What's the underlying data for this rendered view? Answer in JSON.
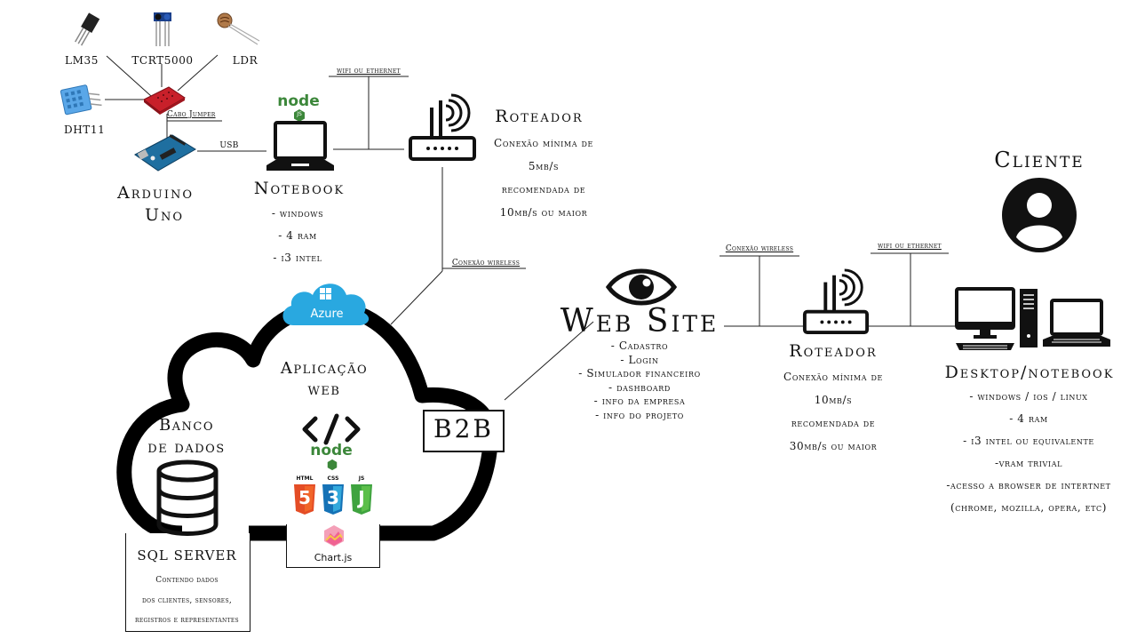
{
  "sensors": {
    "lm35": "LM35",
    "tcrt": "TCRT5000",
    "ldr": "LDR",
    "dht": "DHT11"
  },
  "links": {
    "jumper": "Cabo Jumper",
    "usb": "USB",
    "wifi_ethernet_1": "wifi ou ethernet",
    "wireless_1": "Conexão wireless",
    "wireless_2": "Conexão wireless",
    "wifi_ethernet_2": "wifi ou ethernet"
  },
  "arduino": {
    "line1": "Arduino",
    "line2": "Uno"
  },
  "notebook": {
    "title": "Notebook",
    "specs": [
      "- windows",
      "- 4 ram",
      "- i3 intel"
    ]
  },
  "router1": {
    "title": "Roteador",
    "lines": [
      "Conexão mínima de",
      "5mb/s",
      "recomendada de",
      "10mb/s ou maior"
    ]
  },
  "azure": {
    "label": "Azure"
  },
  "app": {
    "line1": "Aplicação",
    "line2": "web",
    "node": "node",
    "js_badge": "JS",
    "html": "HTML",
    "css": "CSS",
    "js": "JS",
    "html_num": "5",
    "css_num": "3",
    "js_letter": "J",
    "chartjs": "Chart.js"
  },
  "db": {
    "line1": "Banco",
    "line2": "de dados",
    "name": "SQL SERVER",
    "desc": [
      "Contendo dados",
      "dos clientes, sensores,",
      "registros e representantes"
    ]
  },
  "b2b": "B2B",
  "website": {
    "title": "Web Site",
    "items": [
      "- Cadastro",
      "- Login",
      "- Simulador financeiro",
      "- dashboard",
      "- info da empresa",
      "- info do projeto"
    ]
  },
  "router2": {
    "title": "Roteador",
    "lines": [
      "Conexão mínima de",
      "10mb/s",
      "recomendada de",
      "30mb/s ou maior"
    ]
  },
  "client": {
    "title": "Cliente"
  },
  "desktop": {
    "title": "Desktop/notebook",
    "specs": [
      "- windows / ios / linux",
      "- 4 ram",
      "- i3 intel ou equivalente",
      "-vram trivial",
      "-acesso a browser de intertnet",
      "(chrome, mozilla, opera, etc)"
    ]
  },
  "colors": {
    "azure": "#29a8e0",
    "node_green": "#3c873a",
    "html_orange": "#e44d26",
    "css_blue": "#1572b6",
    "js_green": "#3fa33f",
    "breadboard": "#c8202a",
    "arduino": "#1f6fa0",
    "dht": "#5aa7e8",
    "chartjs_pink": "#f06292"
  }
}
